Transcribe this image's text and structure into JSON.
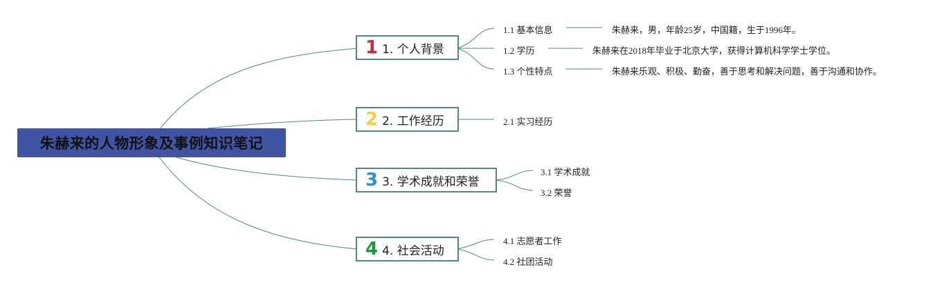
{
  "root": {
    "title": "朱赫来的人物形象及事例知识笔记"
  },
  "branches": [
    {
      "number": "1",
      "number_color": "#d7263d",
      "label": "1. 个人背景",
      "children": [
        {
          "label": "1.1 基本信息",
          "detail": "朱赫来，男，年龄25岁，中国籍，生于1996年。"
        },
        {
          "label": "1.2 学历",
          "detail": "朱赫来在2018年毕业于北京大学，获得计算机科学学士学位。"
        },
        {
          "label": "1.3 个性特点",
          "detail": "朱赫来乐观、积极、勤奋，善于思考和解决问题，善于沟通和协作。"
        }
      ]
    },
    {
      "number": "2",
      "number_color": "#f2cd4a",
      "label": "2. 工作经历",
      "children": [
        {
          "label": "2.1 实习经历"
        }
      ]
    },
    {
      "number": "3",
      "number_color": "#2a8fd4",
      "label": "3. 学术成就和荣誉",
      "children": [
        {
          "label": "3.1 学术成就"
        },
        {
          "label": "3.2 荣誉"
        }
      ]
    },
    {
      "number": "4",
      "number_color": "#1e9a3a",
      "label": "4. 社会活动",
      "children": [
        {
          "label": "4.1 志愿者工作"
        },
        {
          "label": "4.2 社团活动"
        }
      ]
    }
  ],
  "colors": {
    "root_bg": "#3f55a3",
    "line": "#4f8a77"
  }
}
